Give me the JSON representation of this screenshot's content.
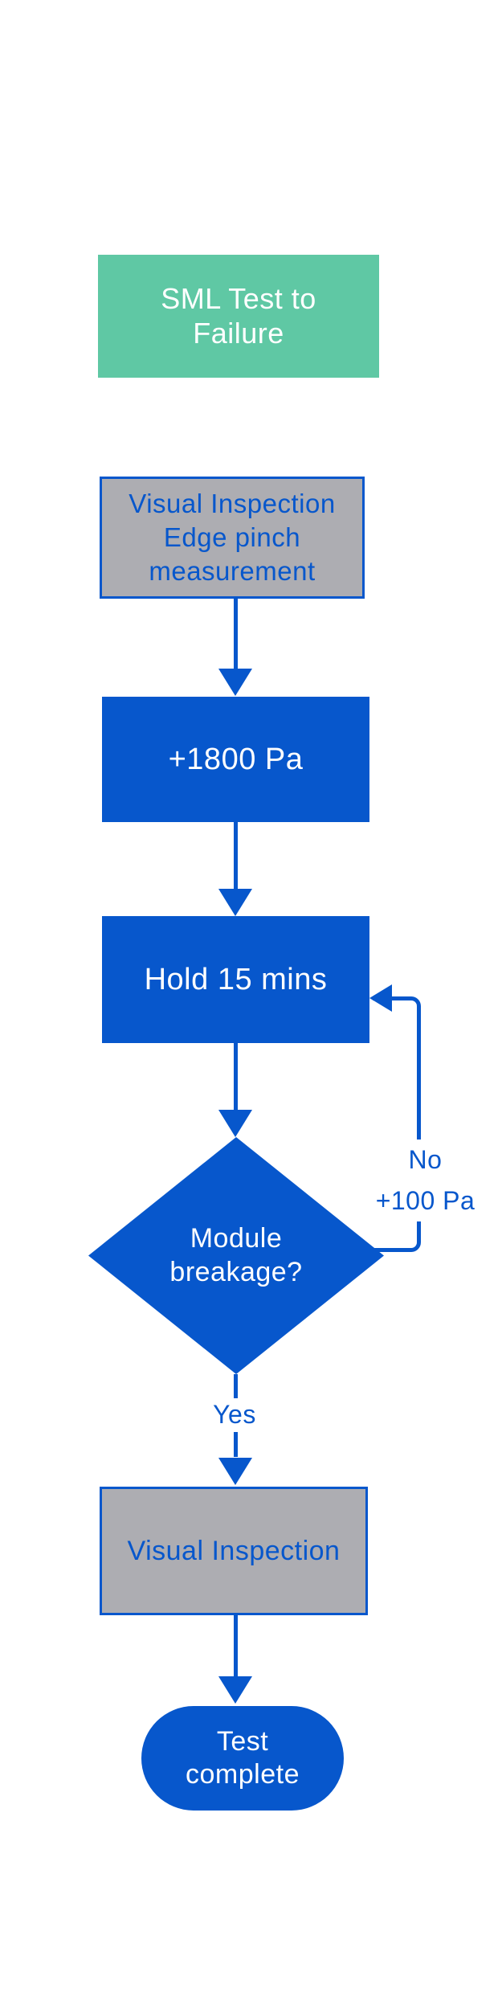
{
  "colors": {
    "node_blue": "#0757CC",
    "start_green": "#5FC8A4",
    "inspection_gray": "#ADADB2",
    "text_on_dark": "#FFFFFF",
    "background": "#FFFFFF"
  },
  "nodes": {
    "start": {
      "type": "start",
      "lines": [
        "SML Test to",
        "Failure"
      ]
    },
    "inspection_initial": {
      "type": "process",
      "lines": [
        "Visual Inspection",
        "Edge pinch",
        "measurement"
      ]
    },
    "pressure": {
      "type": "process",
      "lines": [
        "+1800 Pa"
      ]
    },
    "hold": {
      "type": "process",
      "lines": [
        "Hold 15 mins"
      ]
    },
    "breakage_decision": {
      "type": "decision",
      "lines": [
        "Module",
        "breakage?"
      ]
    },
    "inspection_final": {
      "type": "process",
      "lines": [
        "Visual Inspection"
      ]
    },
    "complete": {
      "type": "end",
      "lines": [
        "Test",
        "complete"
      ]
    }
  },
  "edges": {
    "no": {
      "lines": [
        "No",
        "+100 Pa"
      ]
    },
    "yes": {
      "label": "Yes"
    }
  }
}
